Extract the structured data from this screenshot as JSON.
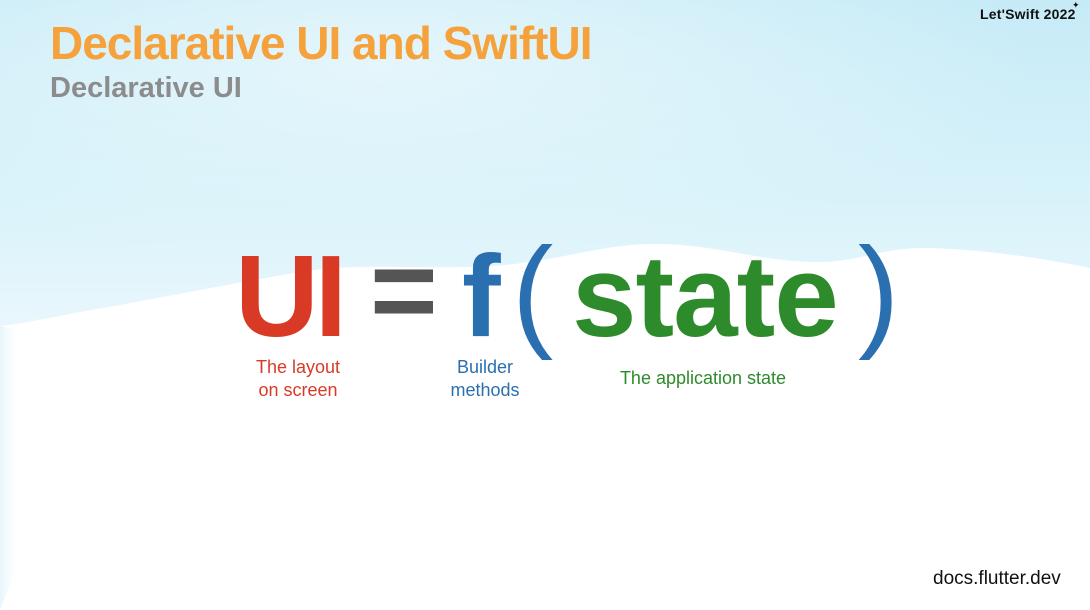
{
  "slide": {
    "title": "Declarative UI and SwiftUI",
    "subtitle": "Declarative UI",
    "event_logo": "Let'Swift 2022",
    "source": "docs.flutter.dev"
  },
  "formula": {
    "ui": "UI",
    "equals": "=",
    "function": "f",
    "open_paren": "(",
    "state": "state",
    "close_paren": ")"
  },
  "captions": {
    "ui_line1": "The layout",
    "ui_line2": "on screen",
    "f_line1": "Builder",
    "f_line2": "methods",
    "state": "The application state"
  },
  "colors": {
    "title": "#F5A23C",
    "subtitle": "#8C8C8C",
    "ui": "#D93A26",
    "equals": "#555555",
    "function": "#2A6FB0",
    "state": "#2E8B2B",
    "sky": "#CDEEF8"
  }
}
